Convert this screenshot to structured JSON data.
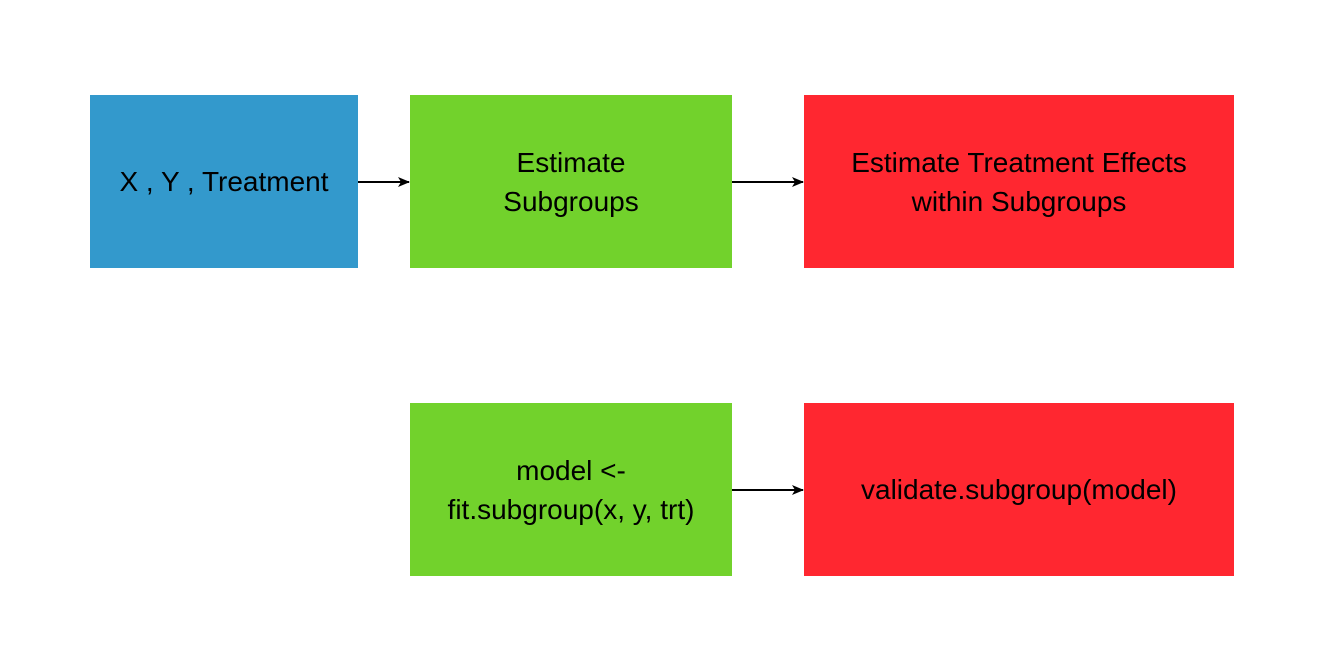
{
  "colors": {
    "input": "#3399cc",
    "subgroup": "#72d22c",
    "effect": "#ff2730",
    "arrow": "#000000"
  },
  "nodes": {
    "input": {
      "lines": [
        "X , Y , Treatment"
      ]
    },
    "estimate_subgroups": {
      "lines": [
        "Estimate",
        "Subgroups"
      ]
    },
    "estimate_effects": {
      "lines": [
        "Estimate Treatment Effects",
        "within Subgroups"
      ]
    },
    "fit_code": {
      "lines": [
        "model <-",
        "fit.subgroup(x, y, trt)"
      ]
    },
    "validate_code": {
      "lines": [
        "validate.subgroup(model)"
      ]
    }
  },
  "edges": [
    {
      "from": "input",
      "to": "estimate_subgroups"
    },
    {
      "from": "estimate_subgroups",
      "to": "estimate_effects"
    },
    {
      "from": "fit_code",
      "to": "validate_code"
    }
  ]
}
